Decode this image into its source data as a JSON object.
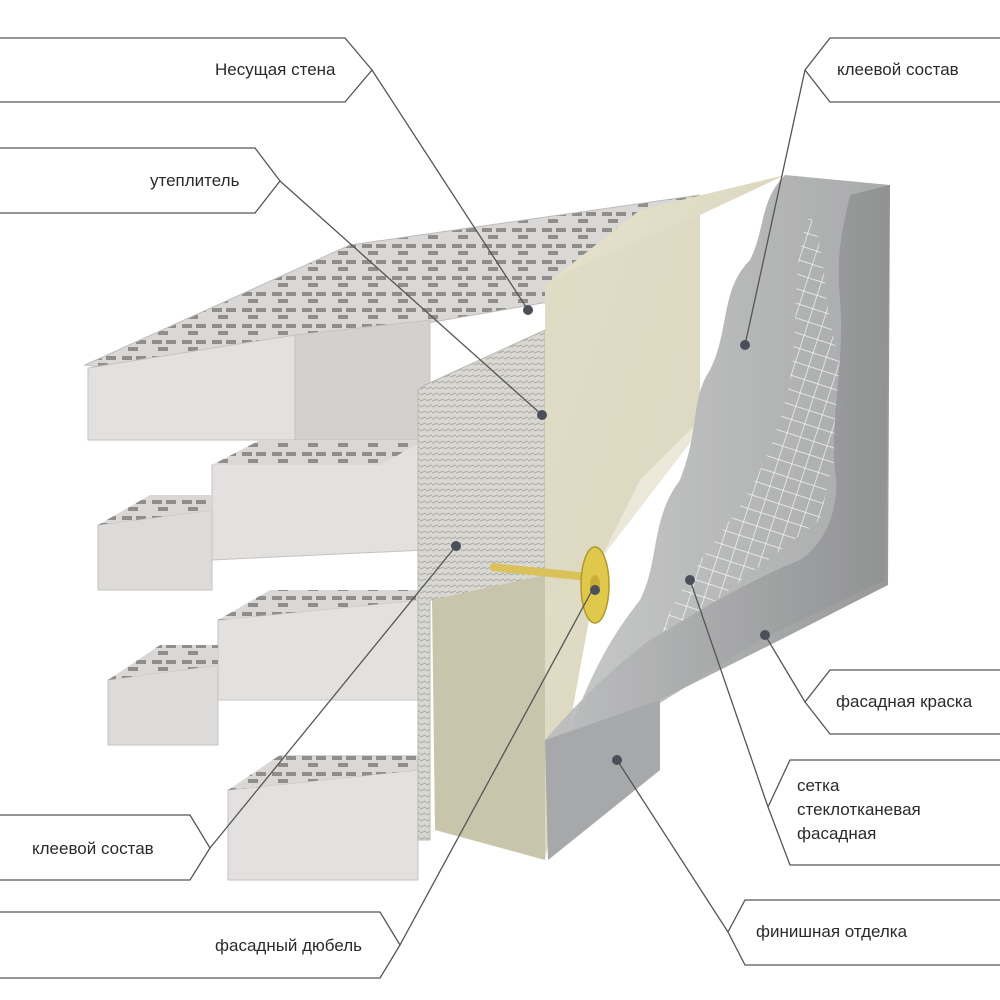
{
  "labels": {
    "load_bearing_wall": "Несущая стена",
    "insulation": "утеплитель",
    "adhesive_top": "клеевой состав",
    "facade_paint": "фасадная краска",
    "mesh_line1": "сетка",
    "mesh_line2": "стеклотканевая",
    "mesh_line3": "фасадная",
    "adhesive_bottom": "клеевой состав",
    "facade_dowel": "фасадный дюбель",
    "finish": "финишная отделка"
  }
}
